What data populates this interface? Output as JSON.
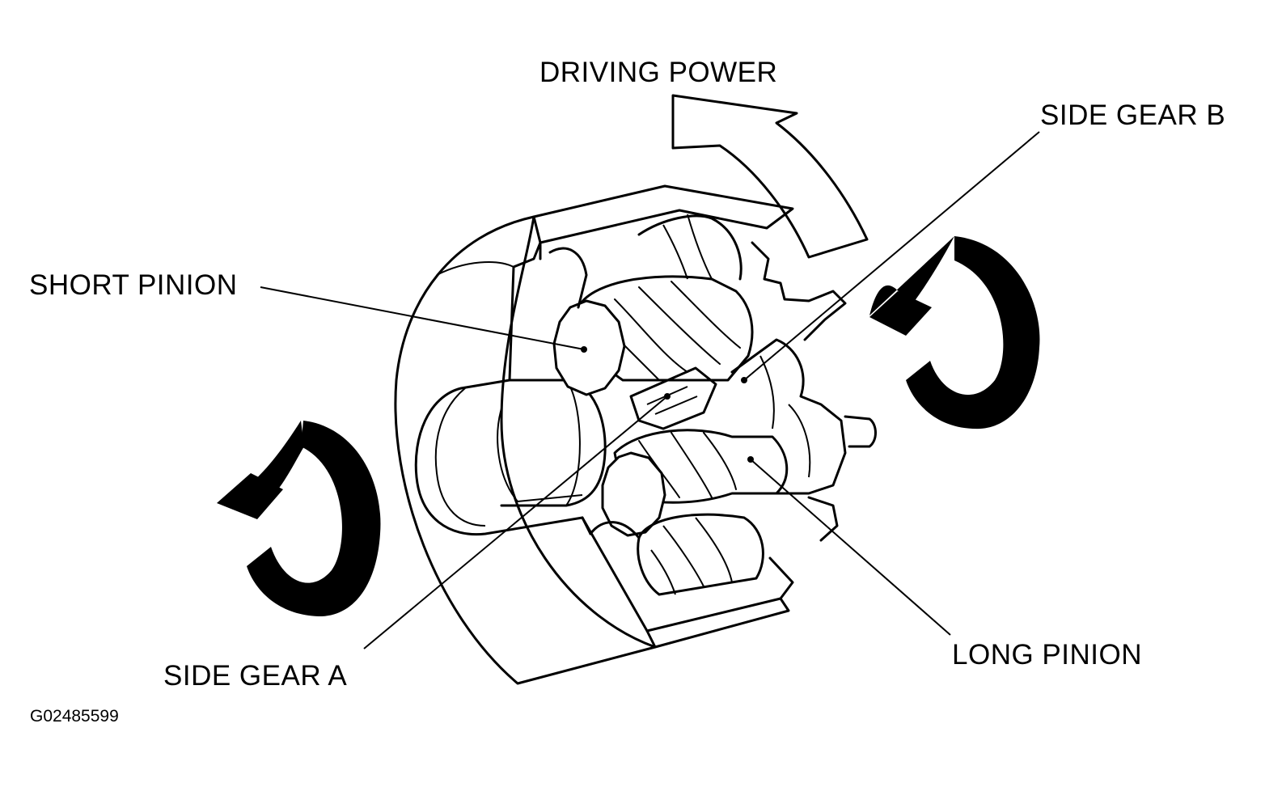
{
  "labels": {
    "driving_power": "DRIVING POWER",
    "side_gear_b": "SIDE GEAR B",
    "short_pinion": "SHORT PINION",
    "side_gear_a": "SIDE GEAR A",
    "long_pinion": "LONG PINION"
  },
  "figure_code": "G02485599"
}
